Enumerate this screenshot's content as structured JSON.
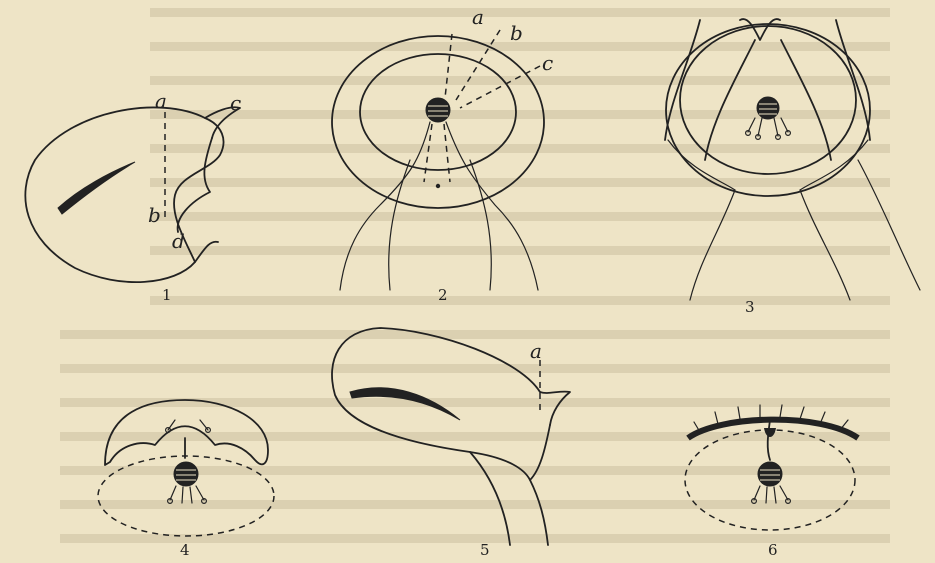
{
  "figures": [
    {
      "number": "1",
      "labels": [
        "a",
        "b",
        "c",
        "d"
      ]
    },
    {
      "number": "2",
      "labels": [
        "a",
        "b",
        "c"
      ]
    },
    {
      "number": "3",
      "labels": []
    },
    {
      "number": "4",
      "labels": []
    },
    {
      "number": "5",
      "labels": [
        "a"
      ]
    },
    {
      "number": "6",
      "labels": []
    }
  ],
  "colors": {
    "paper": "#eee4c6",
    "ink": "#222222"
  }
}
